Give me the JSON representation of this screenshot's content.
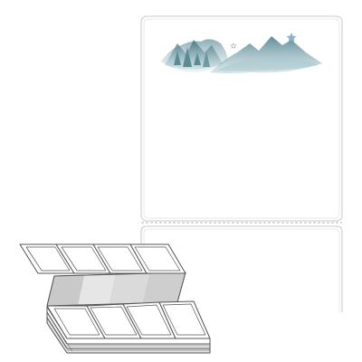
{
  "product": {
    "label_shape": "rectangle",
    "label_orientation": "portrait",
    "packaging": "fanfold",
    "perforation": "dashed",
    "colors": {
      "label_border": "#c8c8c8",
      "perforation": "#b4b4b4",
      "mountain_dark": "#3f6f7d",
      "mountain_mid": "#6f9aa6",
      "mountain_light": "#a9c8cf",
      "tree": "#5b8c94",
      "star": "#8fb3c4",
      "fanfold_shade": "#d4d4d4",
      "fanfold_edge": "#555555"
    },
    "icons": [
      "star-icon",
      "tree-icon",
      "mountain-illustration"
    ]
  }
}
